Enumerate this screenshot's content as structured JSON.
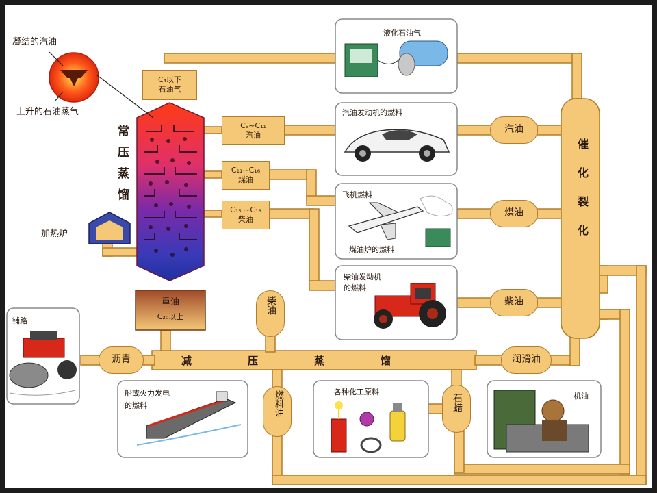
{
  "labels": {
    "condensed_gasoline": "凝结的汽油",
    "rising_vapor": "上升的石油蒸气",
    "tower": "常压蒸馏",
    "furnace": "加热炉",
    "road": "铺路",
    "vacuum": "减压蒸馏",
    "cracking": "催化裂化"
  },
  "fractions": {
    "c4": {
      "l1": "C₄以下",
      "l2": "石油气"
    },
    "c5": {
      "l1": "C₅~C₁₁",
      "l2": "汽油"
    },
    "c11": {
      "l1": "C₁₁~C₁₆",
      "l2": "煤油"
    },
    "c15": {
      "l1": "C₁₅ ~C₁₈",
      "l2": "柴油"
    },
    "heavy": {
      "l1": "重油",
      "l2": "C₂₀以上"
    }
  },
  "products": {
    "lpg": "液化石油气",
    "car": "汽油发动机的燃料",
    "plane": "飞机燃料",
    "stove": "煤油炉的燃料",
    "diesel_engine_1": "柴油发动机",
    "diesel_engine_2": "的燃料",
    "ship_1": "船或火力发电",
    "ship_2": "的燃料",
    "chem": "各种化工原料",
    "engine_oil": "机油"
  },
  "ovals": {
    "gasoline": "汽油",
    "kerosene": "煤油",
    "diesel": "柴油",
    "lube": "润滑油"
  },
  "vertical": {
    "diesel": "柴油",
    "fuel_oil": "燃料油",
    "paraffin": "石蜡"
  },
  "asphalt": "沥青",
  "colors": {
    "pipe": "#f4c877",
    "pipe_border": "#b27c2d",
    "tower_top": "#ff2a1a",
    "tower_mid": "#7a1aa8",
    "tower_bottom": "#2a2ab0",
    "background": "#ffffff",
    "frame": "#1c1c1c"
  }
}
